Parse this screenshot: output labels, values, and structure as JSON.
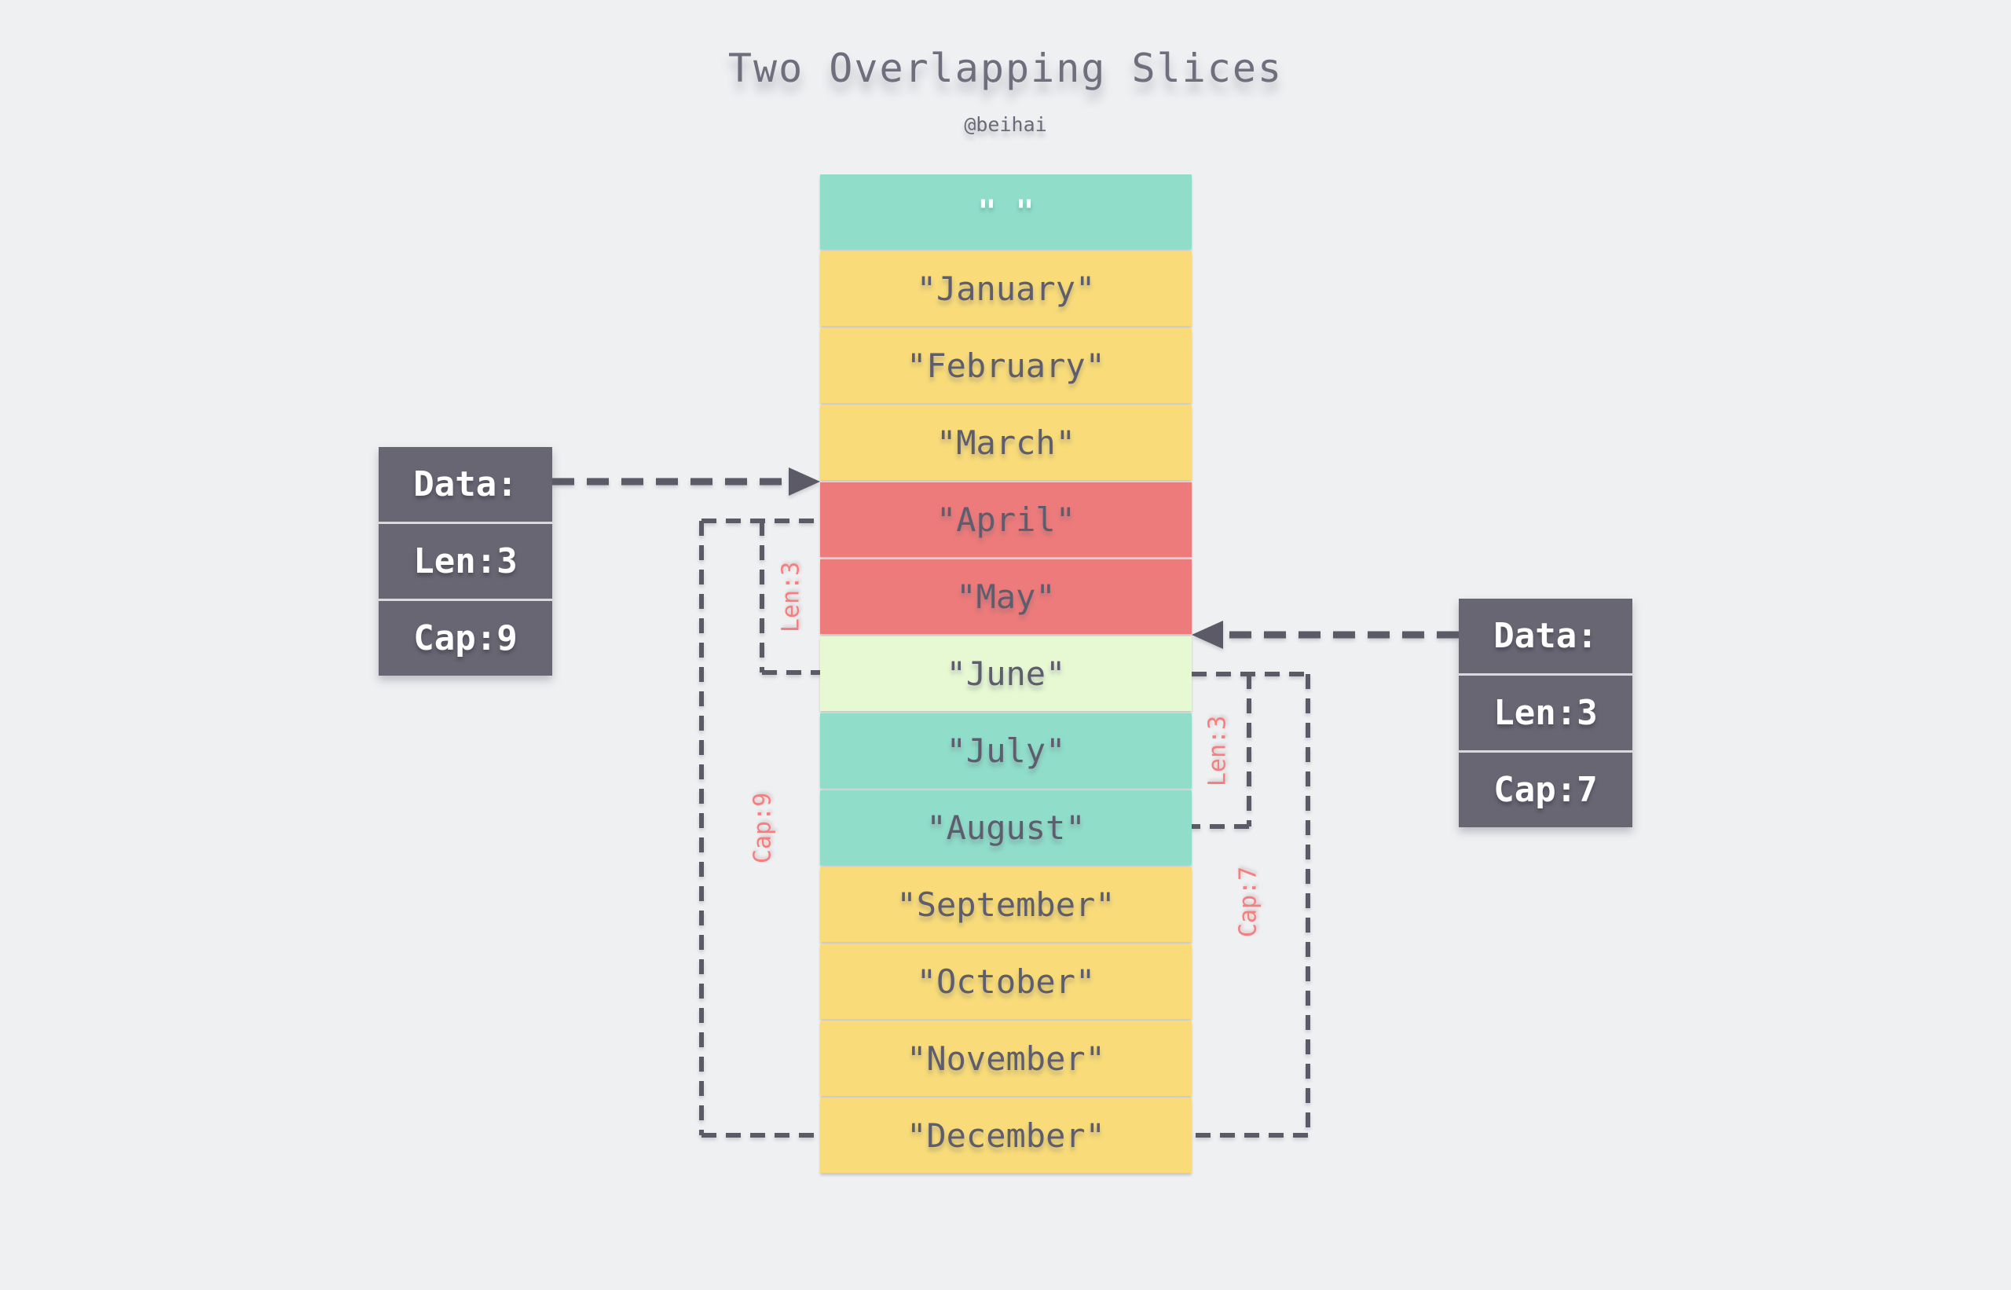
{
  "title": "Two Overlapping Slices",
  "subtitle": "@beihai",
  "array": {
    "cells": [
      {
        "text": "\" \"",
        "color": "teal-head"
      },
      {
        "text": "\"January\"",
        "color": "yellow"
      },
      {
        "text": "\"February\"",
        "color": "yellow"
      },
      {
        "text": "\"March\"",
        "color": "yellow"
      },
      {
        "text": "\"April\"",
        "color": "red"
      },
      {
        "text": "\"May\"",
        "color": "red"
      },
      {
        "text": "\"June\"",
        "color": "overlap"
      },
      {
        "text": "\"July\"",
        "color": "teal"
      },
      {
        "text": "\"August\"",
        "color": "teal"
      },
      {
        "text": "\"September\"",
        "color": "yellow"
      },
      {
        "text": "\"October\"",
        "color": "yellow"
      },
      {
        "text": "\"November\"",
        "color": "yellow"
      },
      {
        "text": "\"December\"",
        "color": "yellow"
      }
    ]
  },
  "left_slice_header": {
    "rows": [
      "Data:",
      "Len:3",
      "Cap:9"
    ]
  },
  "right_slice_header": {
    "rows": [
      "Data:",
      "Len:3",
      "Cap:7"
    ]
  },
  "brackets": {
    "left_len": "Len:3",
    "left_cap": "Cap:9",
    "right_len": "Len:3",
    "right_cap": "Cap:7"
  },
  "colors": {
    "background": "#eef0f2",
    "cell_yellow": "#f9dc79",
    "cell_red": "#ee7b7b",
    "cell_overlap": "#e6f9d3",
    "cell_teal": "#90ddca",
    "header_box": "#696673",
    "cell_text": "#5d5d6e",
    "header_text": "#ffffff",
    "bracket_label": "#f28080",
    "dash_line": "#5b5a66",
    "title_text": "#6e6e7c"
  }
}
